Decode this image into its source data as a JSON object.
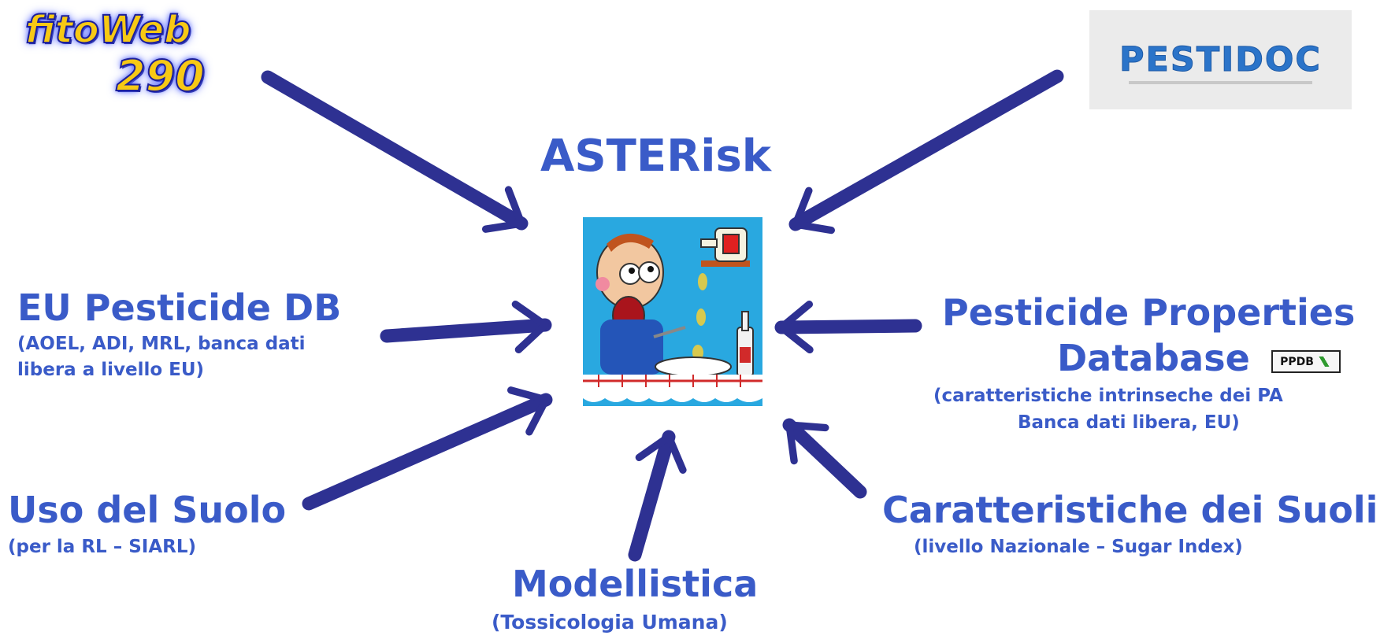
{
  "colors": {
    "text": "#3a5bc8",
    "arrow": "#2e3192"
  },
  "logos": {
    "fitoweb_line1": "fitoWeb",
    "fitoweb_line2": "290",
    "pestidoc": "PESTIDOC",
    "ppdb": "PPDB"
  },
  "center": {
    "title": "ASTERisk",
    "image": "cartoon-boy-with-bottle-dripping-drops-icon"
  },
  "sources": [
    {
      "title": "EU Pesticide DB",
      "note_line1": "(AOEL, ADI, MRL, banca dati",
      "note_line2": "libera a livello EU)"
    },
    {
      "title": "Uso del Suolo",
      "note": "(per la RL – SIARL)"
    },
    {
      "title": "Modellistica",
      "note": "(Tossicologia Umana)"
    },
    {
      "title_line1": "Pesticide Properties",
      "title_line2": "Database",
      "note_line1": "(caratteristiche intrinseche dei PA",
      "note_line2": "Banca dati libera, EU)"
    },
    {
      "title": "Caratteristiche dei Suoli",
      "note": "(livello Nazionale – Sugar Index)"
    }
  ]
}
